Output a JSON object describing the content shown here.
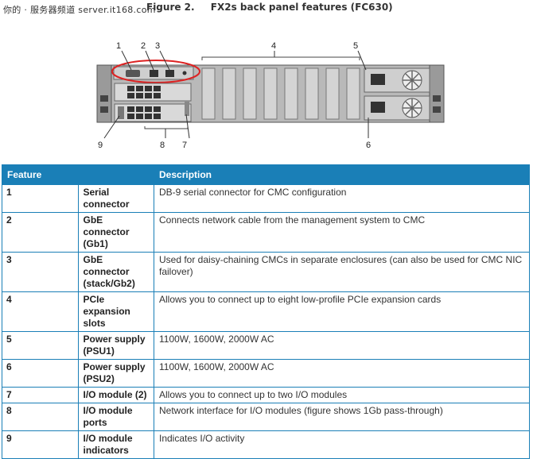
{
  "watermark": "你的 · 服务器频道  server.it168.com",
  "figure": {
    "number": "Figure 2.",
    "title": "FX2s back panel features (FC630)",
    "callouts": [
      "1",
      "2",
      "3",
      "4",
      "5",
      "6",
      "7",
      "8",
      "9"
    ]
  },
  "table": {
    "headers": {
      "feature": "Feature",
      "description": "Description"
    },
    "rows": [
      {
        "num": "1",
        "feature": "Serial connector",
        "description": "DB-9 serial connector for CMC configuration"
      },
      {
        "num": "2",
        "feature": "GbE connector (Gb1)",
        "description": "Connects network cable from the management system to CMC"
      },
      {
        "num": "3",
        "feature": "GbE connector (stack/Gb2)",
        "description": "Used for daisy-chaining CMCs in separate enclosures (can also be used for CMC NIC failover)"
      },
      {
        "num": "4",
        "feature": "PCIe expansion slots",
        "description": "Allows you to connect up to eight low-profile PCIe expansion cards"
      },
      {
        "num": "5",
        "feature": "Power supply (PSU1)",
        "description": "1100W, 1600W, 2000W AC"
      },
      {
        "num": "6",
        "feature": "Power supply (PSU2)",
        "description": "1100W, 1600W, 2000W AC"
      },
      {
        "num": "7",
        "feature": "I/O module (2)",
        "description": "Allows you to connect up to two I/O modules"
      },
      {
        "num": "8",
        "feature": "I/O module ports",
        "description": "Network interface for I/O modules (figure shows 1Gb pass-through)"
      },
      {
        "num": "9",
        "feature": "I/O module indicators",
        "description": "Indicates I/O activity"
      }
    ]
  }
}
